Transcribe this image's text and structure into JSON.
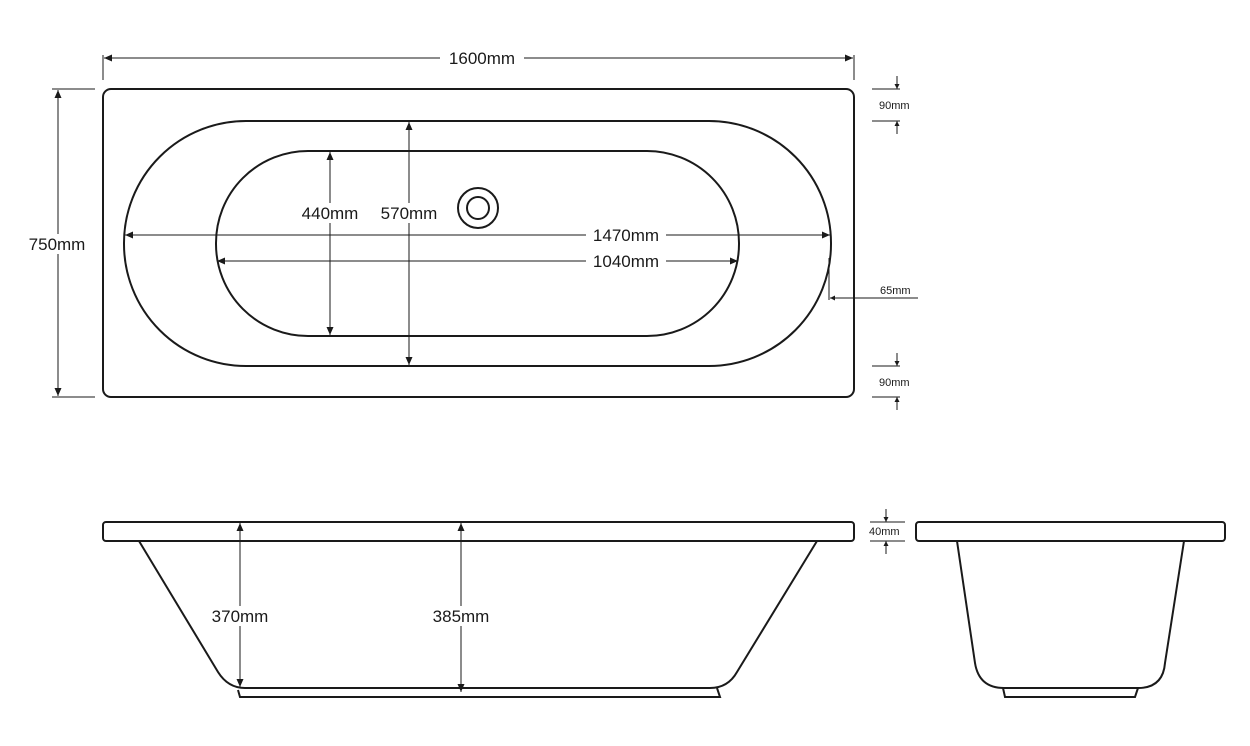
{
  "dimensions": {
    "overall_length": "1600mm",
    "overall_width": "750mm",
    "rim_top": "90mm",
    "rim_bottom": "90mm",
    "inner_width": "570mm",
    "floor_width": "440mm",
    "inner_length": "1470mm",
    "floor_length": "1040mm",
    "end_offset": "65mm",
    "rim_thickness": "40mm",
    "depth_end": "370mm",
    "depth_center": "385mm"
  }
}
